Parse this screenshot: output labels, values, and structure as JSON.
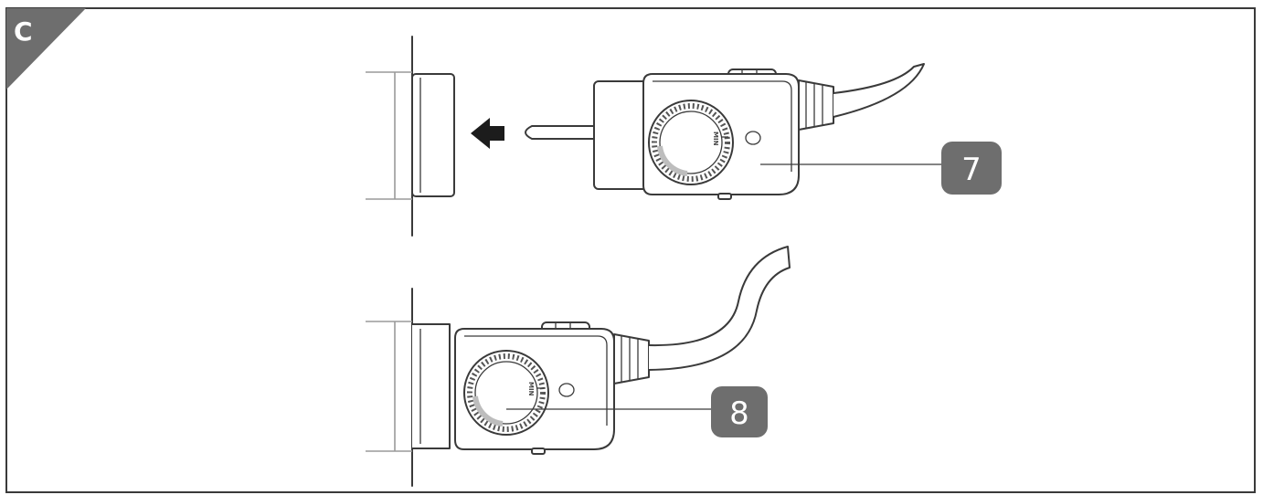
{
  "panel": {
    "letter": "C",
    "frame_color": "#3a3a3a",
    "badge_color": "#6e6e6e"
  },
  "callouts": [
    {
      "id": "7",
      "label": "7"
    },
    {
      "id": "8",
      "label": "8"
    }
  ],
  "dial": {
    "text": "MIN"
  },
  "icons": {
    "arrow": "insert-direction-arrow-icon",
    "socket": "appliance-socket-icon",
    "controller": "thermostat-plug-icon"
  }
}
